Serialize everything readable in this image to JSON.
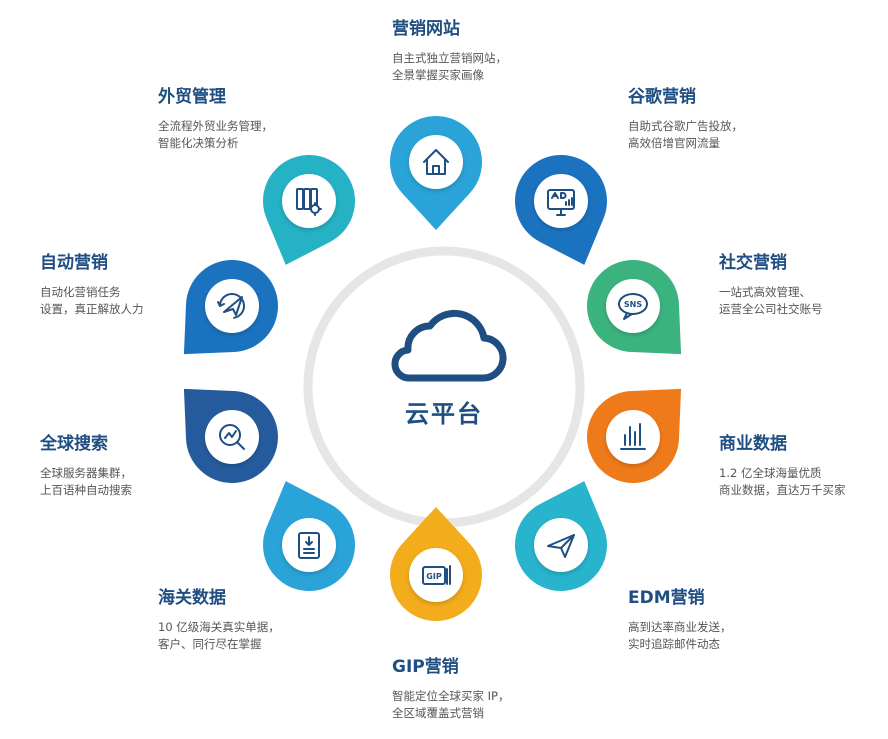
{
  "center": {
    "label": "云平台"
  },
  "nodes": [
    {
      "id": "site",
      "title": "营销网站",
      "desc": [
        "自主式独立营销网站，",
        "全景掌握买家画像"
      ],
      "color": "#2aa3d8",
      "icon": "house-icon"
    },
    {
      "id": "google",
      "title": "谷歌营销",
      "desc": [
        "自助式谷歌广告投放，",
        "高效倍增官网流量"
      ],
      "color": "#1b72bf",
      "icon": "ad-monitor-icon"
    },
    {
      "id": "social",
      "title": "社交营销",
      "desc": [
        "一站式高效管理、",
        "运营全公司社交账号"
      ],
      "color": "#3bb37f",
      "icon": "sns-bubble-icon"
    },
    {
      "id": "data",
      "title": "商业数据",
      "desc": [
        "1.2 亿全球海量优质",
        "商业数据，直达万千买家"
      ],
      "color": "#ef7a1a",
      "icon": "bar-chart-icon"
    },
    {
      "id": "edm",
      "title": "EDM营销",
      "desc": [
        "高到达率商业发送，",
        "实时追踪邮件动态"
      ],
      "color": "#27b4cc",
      "icon": "paper-plane-icon"
    },
    {
      "id": "gip",
      "title": "GIP营销",
      "desc": [
        "智能定位全球买家 IP，",
        "全区域覆盖式营销"
      ],
      "color": "#f2ac1c",
      "icon": "gip-icon"
    },
    {
      "id": "customs",
      "title": "海关数据",
      "desc": [
        "10 亿级海关真实单据，",
        "客户、同行尽在掌握"
      ],
      "color": "#2aa3d8",
      "icon": "document-icon"
    },
    {
      "id": "search",
      "title": "全球搜索",
      "desc": [
        "全球服务器集群，",
        "上百语种自动搜索"
      ],
      "color": "#255b9c",
      "icon": "search-trend-icon"
    },
    {
      "id": "auto",
      "title": "自动营销",
      "desc": [
        "自动化营销任务",
        "设置，真正解放人力"
      ],
      "color": "#1b72bf",
      "icon": "auto-plane-icon"
    },
    {
      "id": "trade",
      "title": "外贸管理",
      "desc": [
        "全流程外贸业务管理，",
        "智能化决策分析"
      ],
      "color": "#24b2c4",
      "icon": "binders-gear-icon"
    }
  ]
}
